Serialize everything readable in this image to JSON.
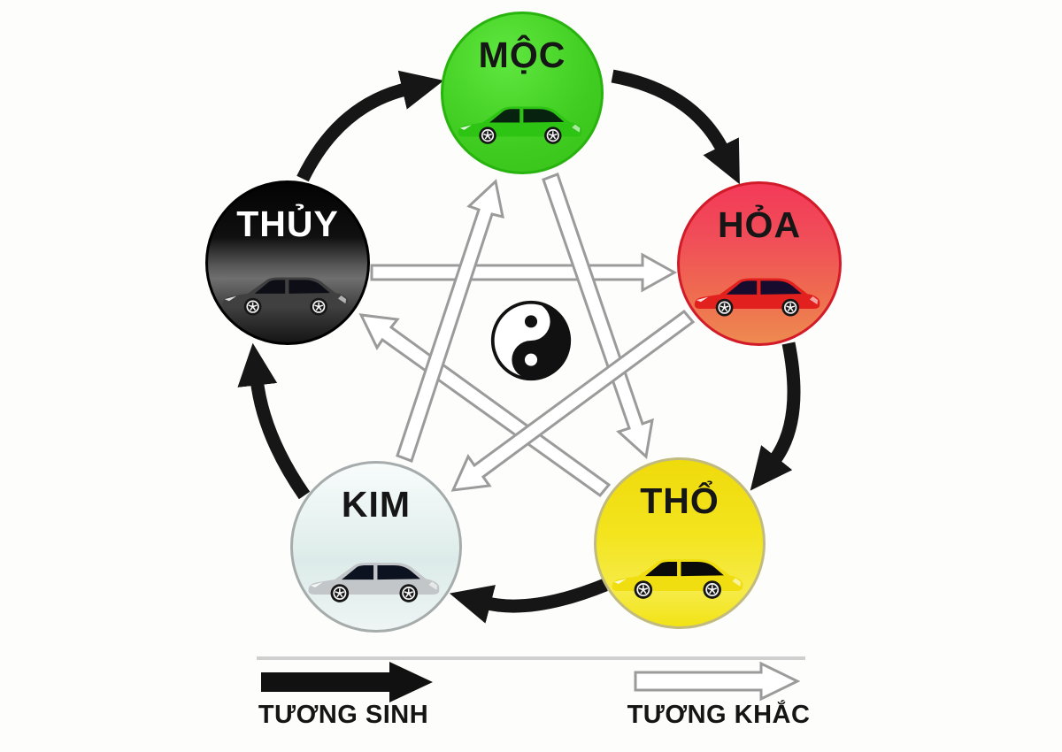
{
  "diagram": {
    "type": "five-elements-cycle",
    "center_symbol": "yin-yang",
    "elements": [
      {
        "id": "moc",
        "label": "MỘC",
        "circle_color": "#40cc20",
        "car_color": "#2ec414",
        "text_color": "#161616"
      },
      {
        "id": "hoa",
        "label": "HỎA",
        "circle_color": "#f2425a",
        "car_color": "#e2201d",
        "text_color": "#161616"
      },
      {
        "id": "thuy",
        "label": "THỦY",
        "circle_color": "#1a1a1a",
        "car_color": "#404040",
        "text_color": "#ffffff"
      },
      {
        "id": "kim",
        "label": "KIM",
        "circle_color": "#e7f2f0",
        "car_color": "#c2c6c8",
        "text_color": "#161616"
      },
      {
        "id": "tho",
        "label": "THỔ",
        "circle_color": "#f2e015",
        "car_color": "#f1de10",
        "text_color": "#161616"
      }
    ],
    "sinh_cycle": {
      "style": "solid-black-curved-arrows",
      "color": "#161616",
      "arrows": [
        [
          "THỦY",
          "MỘC"
        ],
        [
          "MỘC",
          "HỎA"
        ],
        [
          "HỎA",
          "THỔ"
        ],
        [
          "THỔ",
          "KIM"
        ],
        [
          "KIM",
          "THỦY"
        ]
      ]
    },
    "khac_cycle": {
      "style": "white-outlined-straight-arrows-pentagram",
      "color": "#9b9b9b",
      "arrows": [
        [
          "THỦY",
          "HỎA"
        ],
        [
          "MỘC",
          "THỔ"
        ],
        [
          "THỔ",
          "THỦY"
        ],
        [
          "HỎA",
          "KIM"
        ],
        [
          "KIM",
          "MỘC"
        ]
      ]
    }
  },
  "legend": {
    "sinh_label": "TƯƠNG SINH",
    "khac_label": "TƯƠNG KHẮC",
    "sinh_arrow_color": "#111111",
    "khac_arrow_color": "#9b9b9b",
    "divider_color": "#cfcfcf"
  }
}
